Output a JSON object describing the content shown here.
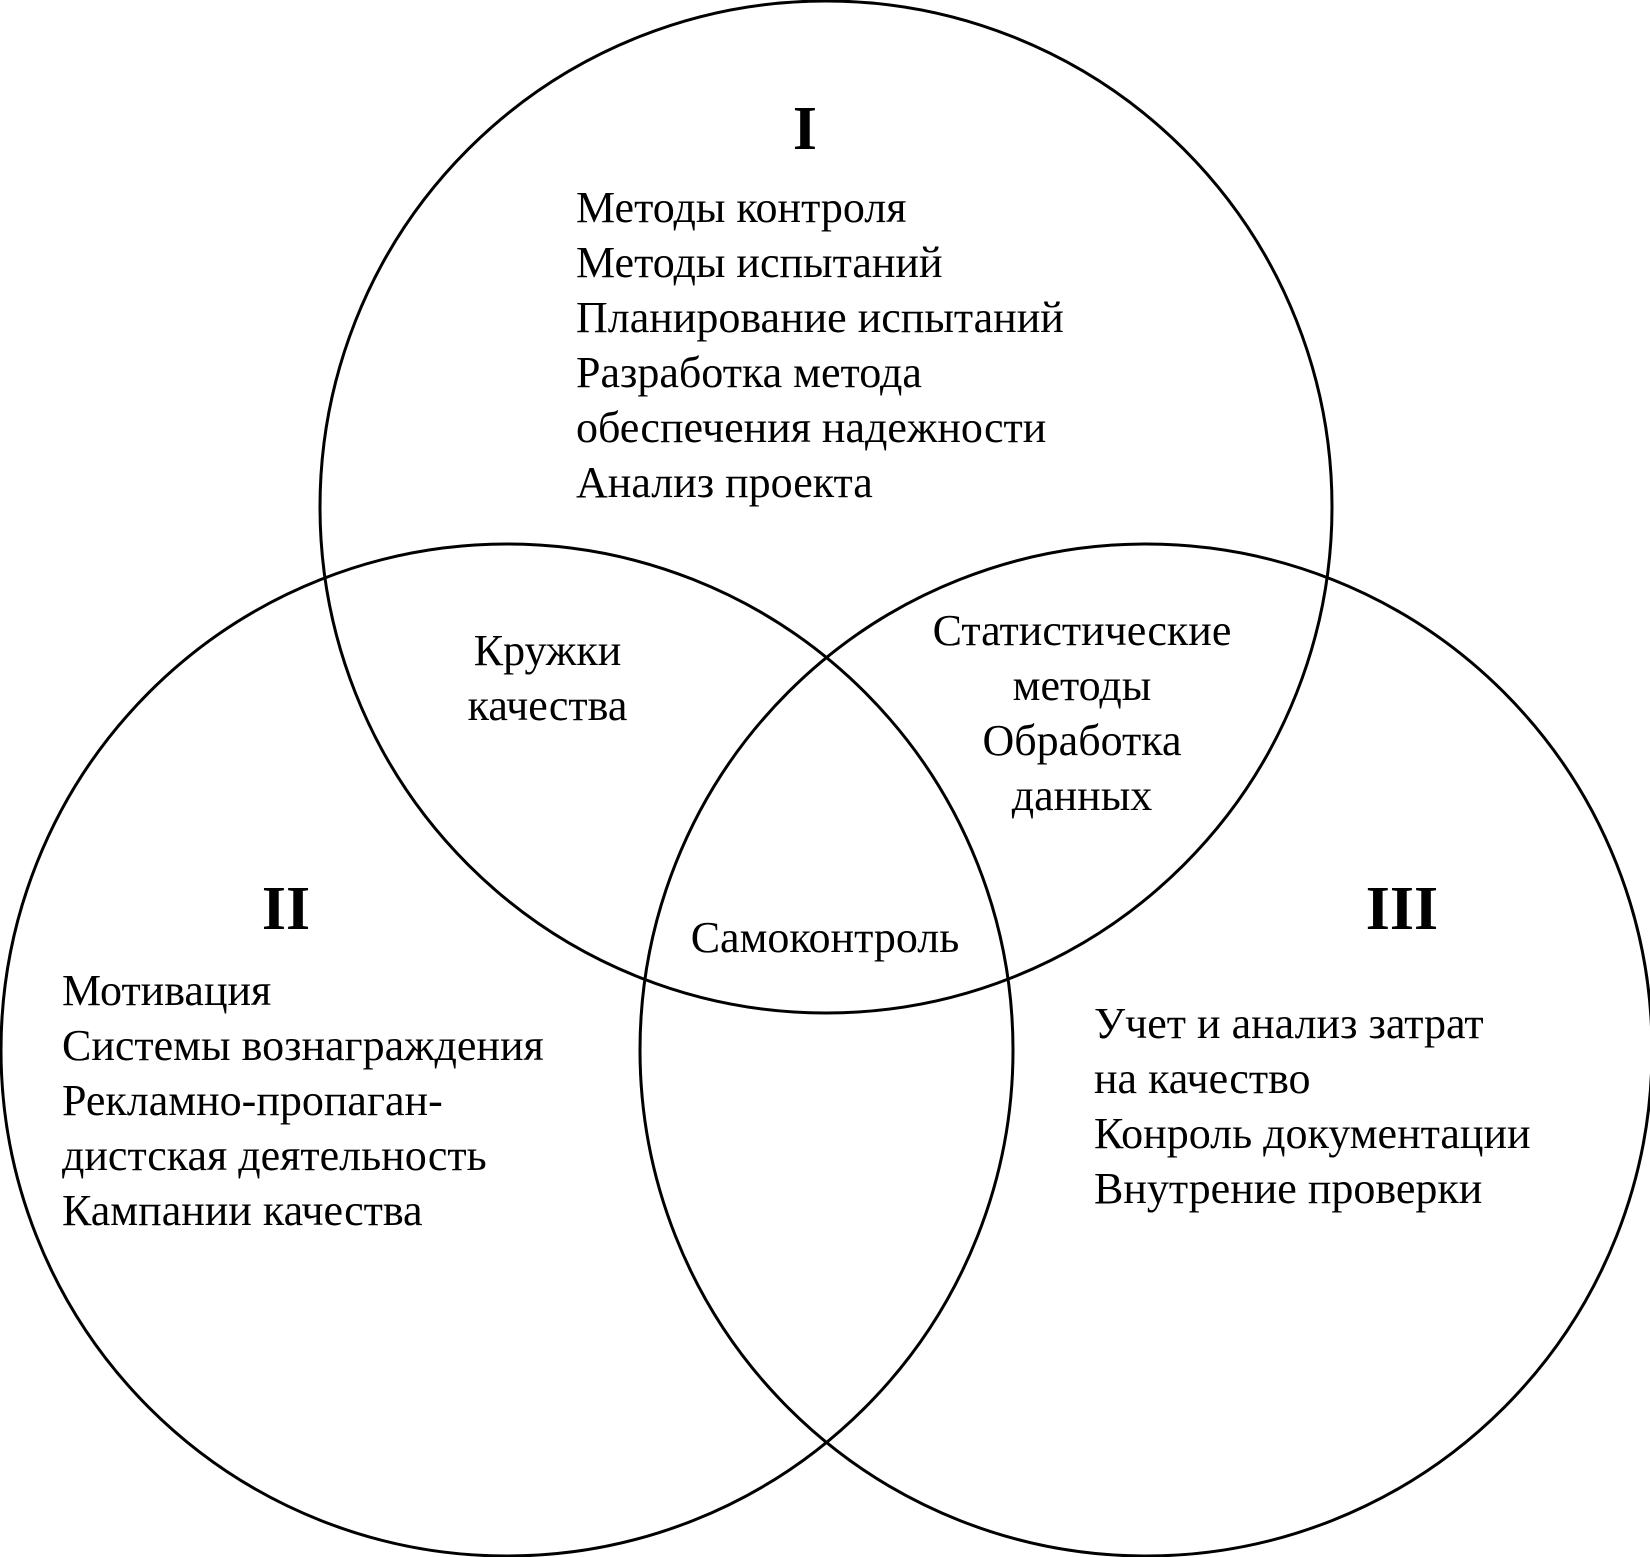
{
  "circles": {
    "top": {
      "numeral": "I",
      "items": [
        "Методы контроля",
        "Методы испытаний",
        "Планирование испытаний",
        "Разработка метода",
        "обеспечения надежности",
        "Анализ проекта"
      ]
    },
    "left": {
      "numeral": "II",
      "items": [
        "Мотивация",
        "Системы вознаграждения",
        "Рекламно-пропаган-",
        "дистская деятельность",
        "Кампании качества"
      ]
    },
    "right": {
      "numeral": "III",
      "items": [
        "Учет и анализ затрат",
        "на качество",
        "Конроль документации",
        "Внутрение проверки"
      ]
    }
  },
  "intersections": {
    "top_left": [
      "Кружки",
      "качества"
    ],
    "top_right": [
      "Статистические",
      "методы",
      "Обработка",
      "данных"
    ],
    "center": [
      "Самоконтроль"
    ]
  }
}
